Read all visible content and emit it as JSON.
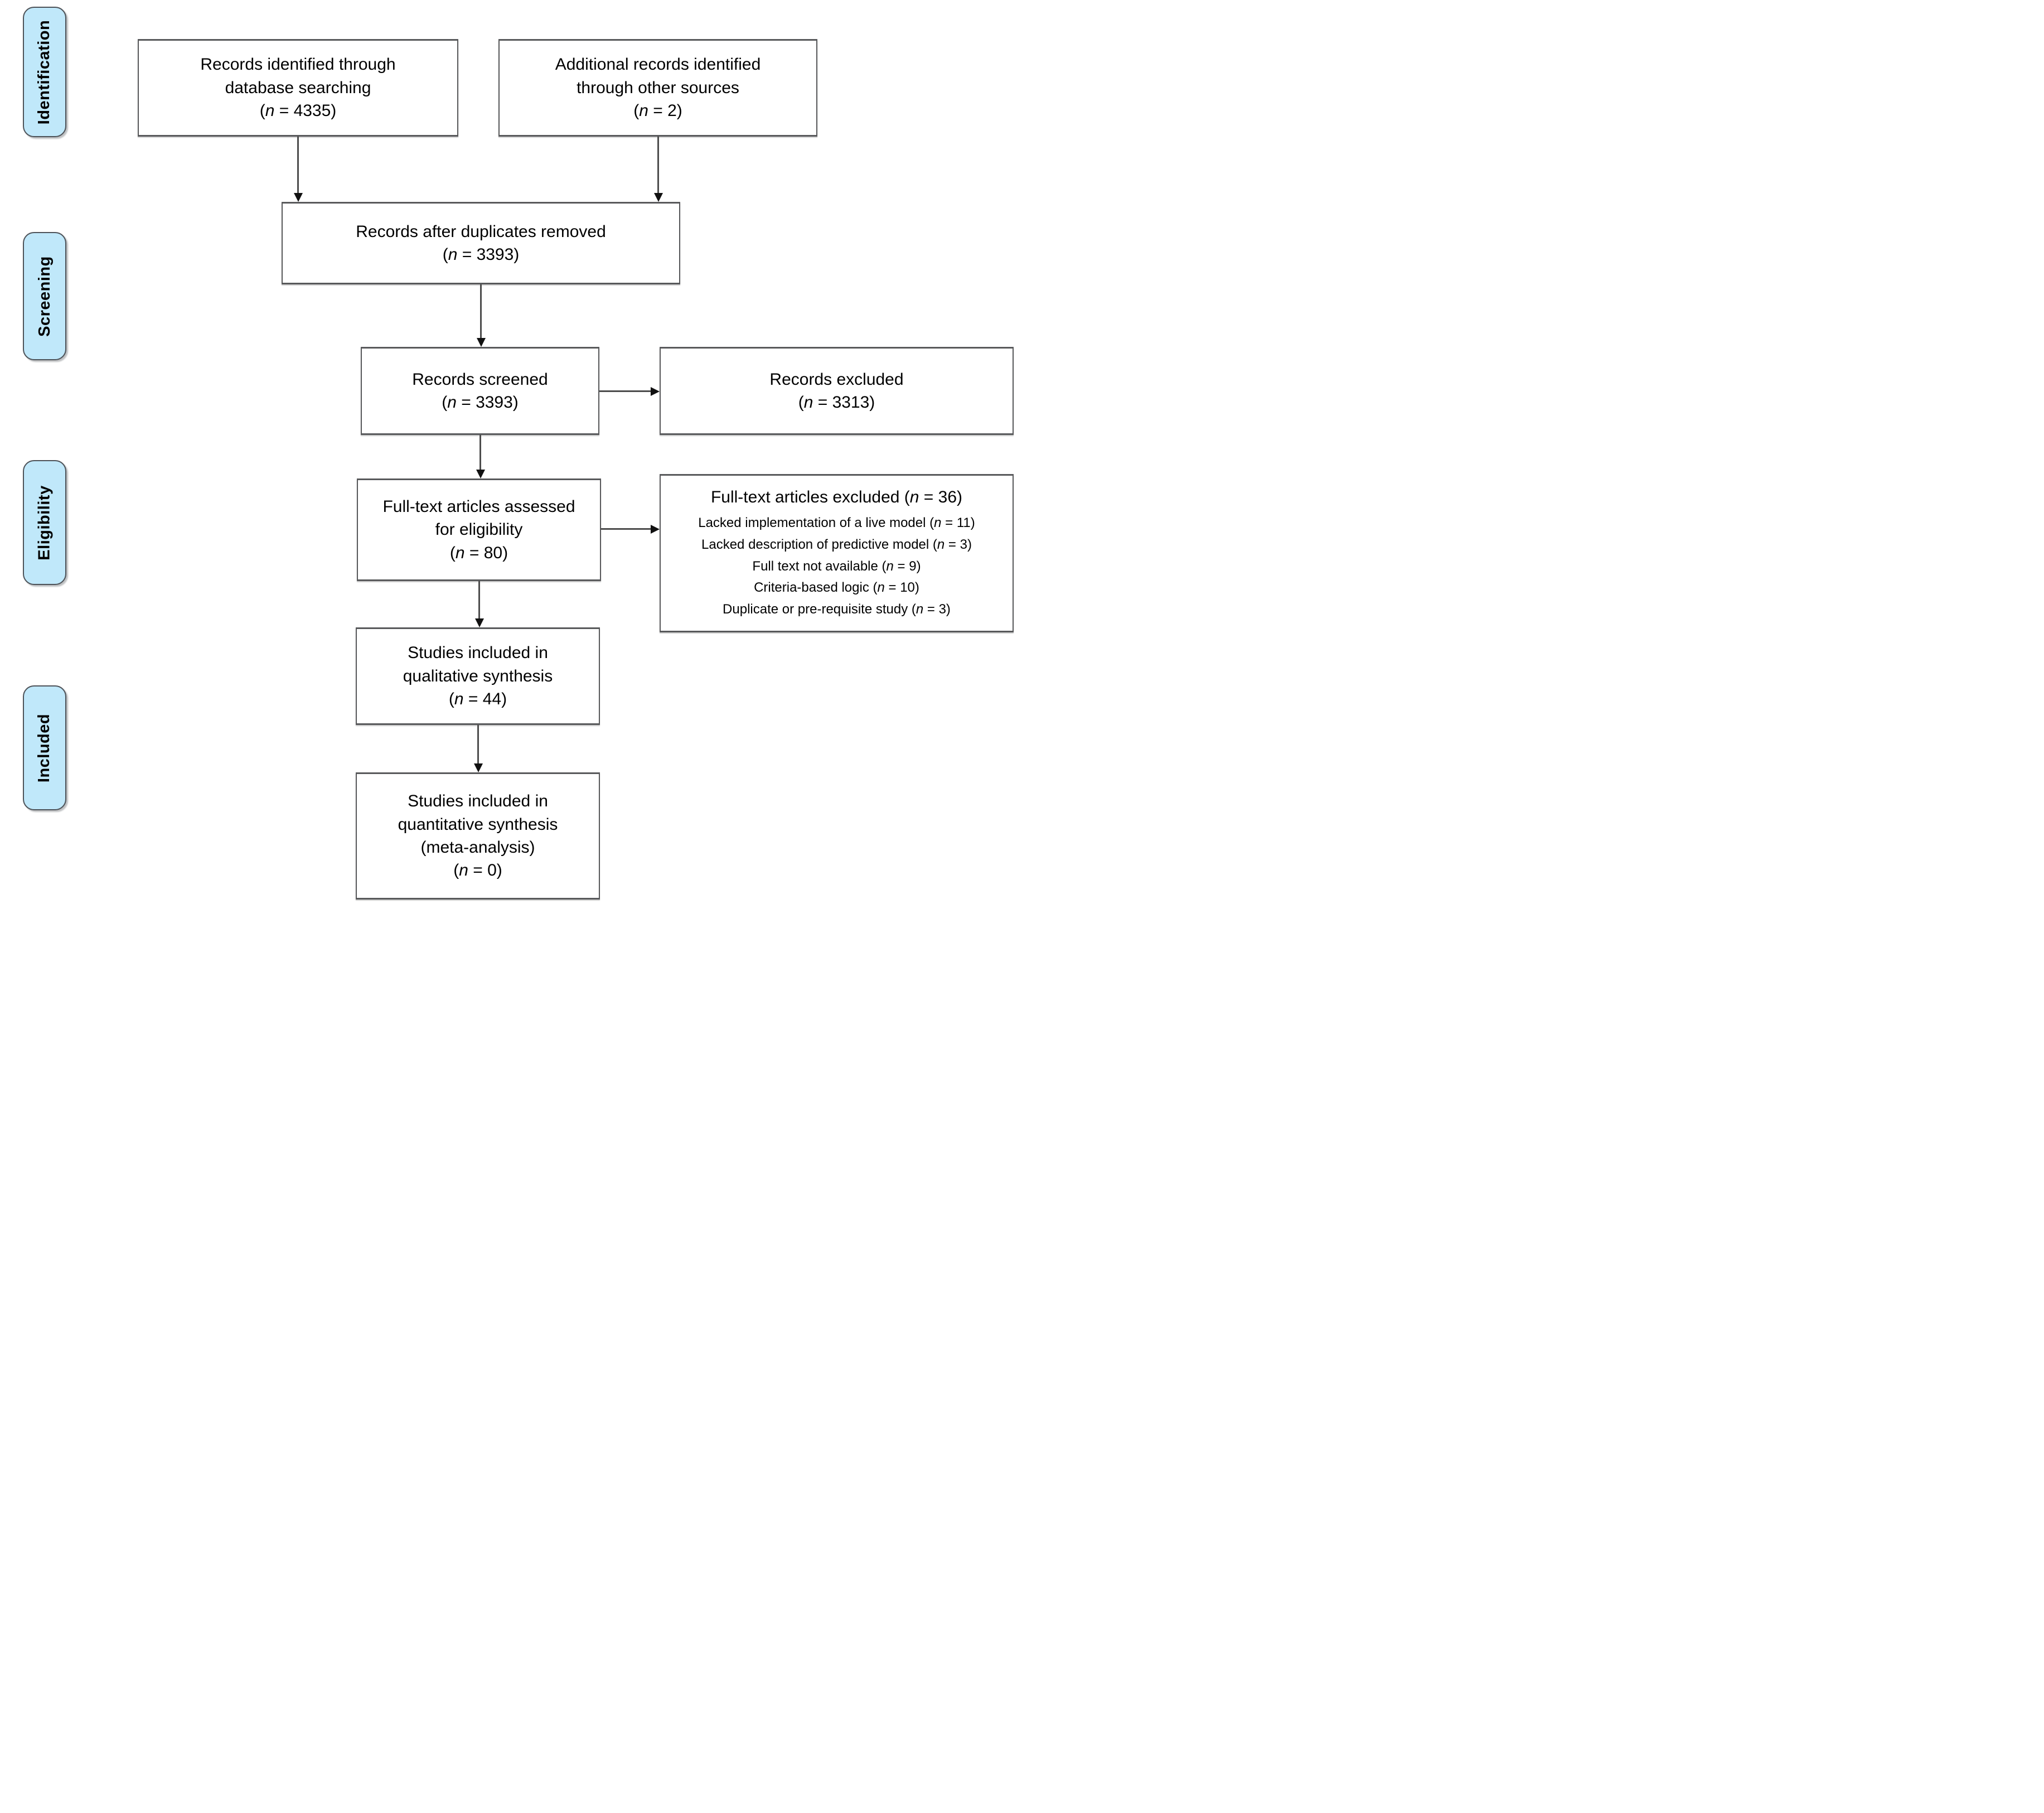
{
  "phases": [
    {
      "label": "Identification"
    },
    {
      "label": "Screening"
    },
    {
      "label": "Eligibility"
    },
    {
      "label": "Included"
    }
  ],
  "boxes": {
    "identified": {
      "label": "Records identified through\ndatabase searching",
      "n_line": "(n = 4335)"
    },
    "additional": {
      "label": "Additional records identified\nthrough other sources",
      "n_line": "(n = 2)"
    },
    "deduplicated": {
      "label": "Records after duplicates removed",
      "n_line": "(n = 3393)"
    },
    "screened": {
      "label": "Records screened",
      "n_line": "(n = 3393)"
    },
    "records_excluded": {
      "label": "Records excluded",
      "n_line": "(n = 3313)"
    },
    "fulltext_assessed": {
      "label": "Full-text articles assessed\nfor eligibility",
      "n_line": "(n = 80)"
    },
    "fulltext_excluded": {
      "heading": "Full-text articles excluded (n = 36)",
      "reasons": [
        "Lacked implementation of a live model (n = 11)",
        "Lacked description of predictive model (n = 3)",
        "Full text not available (n = 9)",
        "Criteria-based logic (n = 10)",
        "Duplicate or pre-requisite study (n = 3)"
      ]
    },
    "qualitative": {
      "label": "Studies included in\nqualitative synthesis",
      "n_line": "(n = 44)"
    },
    "quantitative": {
      "label": "Studies included in\nquantitative synthesis\n(meta-analysis)",
      "n_line": "(n = 0)"
    }
  },
  "colors": {
    "phase_fill": "#C0E8FA",
    "phase_border": "#4D5258",
    "box_border": "#58595B",
    "arrow_line": "#4D4D4D",
    "arrow_head": "#111111",
    "text": "#000000",
    "background": "#FFFFFF"
  }
}
